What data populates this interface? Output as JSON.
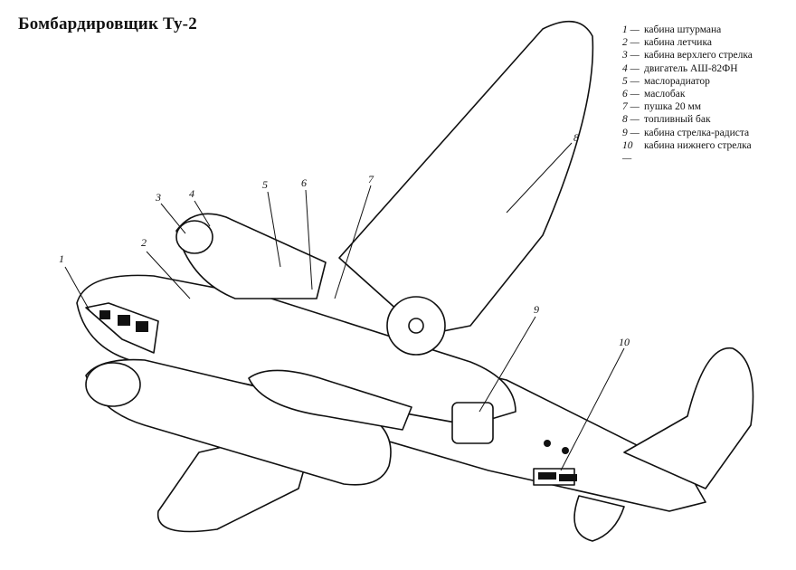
{
  "title": "Бомбардировщик Ту-2",
  "legend": [
    {
      "num": "1 —",
      "text": "кабина штурмана"
    },
    {
      "num": "2 —",
      "text": "кабина летчика"
    },
    {
      "num": "3 —",
      "text": "кабина верхлего стрелка"
    },
    {
      "num": "4 —",
      "text": "двигатель АШ-82ФН"
    },
    {
      "num": "5 —",
      "text": "маслорадиатор"
    },
    {
      "num": "6 —",
      "text": "маслобак"
    },
    {
      "num": "7 —",
      "text": "пушка 20 мм"
    },
    {
      "num": "8 —",
      "text": "топливный бак"
    },
    {
      "num": "9 —",
      "text": "кабина стрелка-радиста"
    },
    {
      "num": "10 —",
      "text": "кабина нижнего стрелка"
    }
  ],
  "callouts": [
    "1",
    "2",
    "3",
    "4",
    "5",
    "6",
    "7",
    "8",
    "9",
    "10"
  ]
}
